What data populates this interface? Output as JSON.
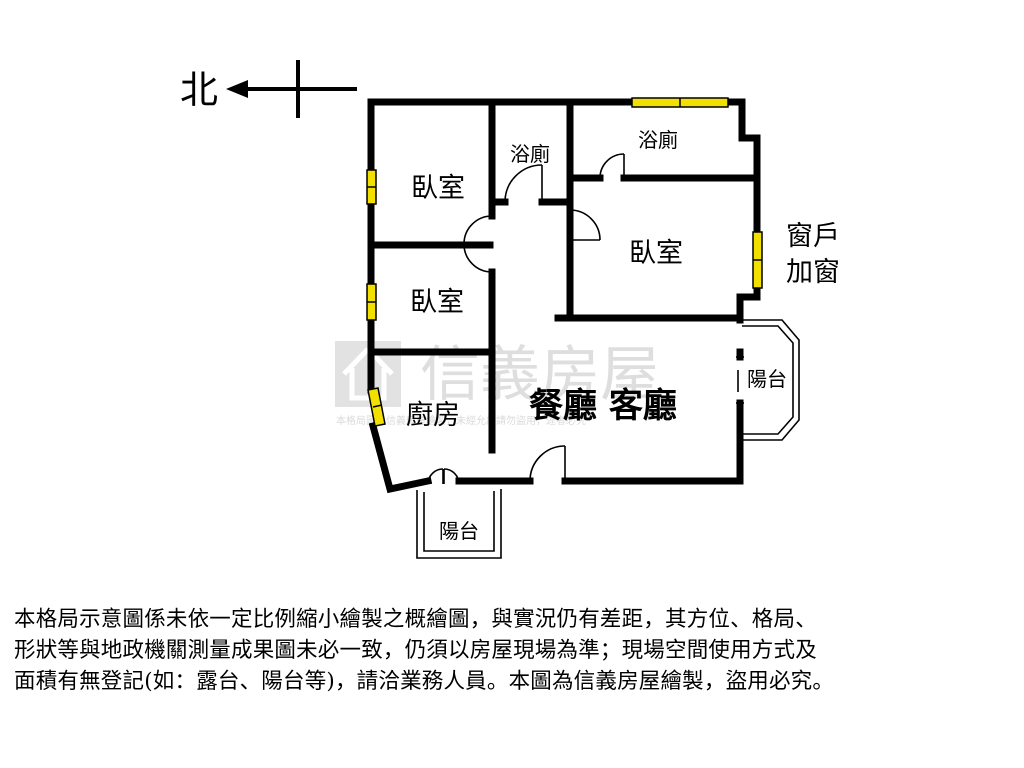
{
  "compass": {
    "label": "北"
  },
  "rooms": {
    "bedroom_nw": "臥室",
    "bath_center": "浴廁",
    "bath_south": "浴廁",
    "bedroom_se": "臥室",
    "bedroom_w": "臥室",
    "kitchen": "廚房",
    "dining_living": "餐廳 客廳",
    "balcony_east": "陽台",
    "balcony_front": "陽台"
  },
  "annotation": {
    "line1": "窗戶",
    "line2": "加窗"
  },
  "watermark": {
    "brand": "信義房屋",
    "notice": "本格局圖為信義房屋繪製，未經允許請勿盜用，違者必究"
  },
  "disclaimer": {
    "line1": "本格局示意圖係未依一定比例縮小繪製之概繪圖，與實況仍有差距，其方位、格局、",
    "line2": "形狀等與地政機關測量成果圖未必一致，仍須以房屋現場為準；現場空間使用方式及",
    "line3": "面積有無登記(如：露台、陽台等)，請洽業務人員。本圖為信義房屋繪製，盜用必究。"
  }
}
